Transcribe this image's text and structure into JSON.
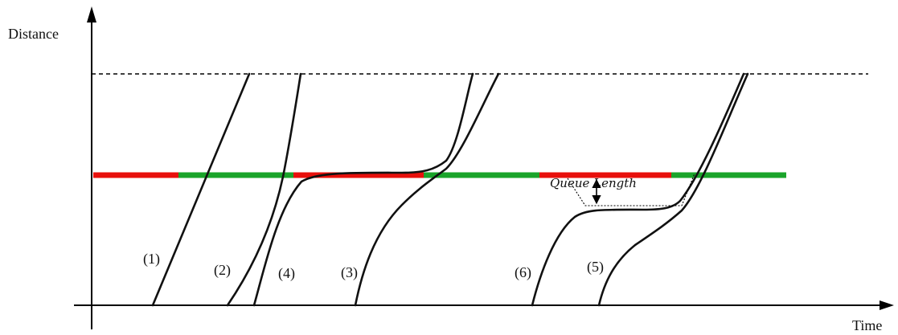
{
  "axes": {
    "y_label": "Distance",
    "x_label": "Time",
    "axis_color": "#000000"
  },
  "signal": {
    "red_color": "#e8100c",
    "green_color": "#1aa42a",
    "phases": [
      "red",
      "green",
      "red",
      "green",
      "red",
      "green"
    ]
  },
  "destination_line": {
    "style": "dashed",
    "color": "#000000"
  },
  "queue": {
    "label": "Queue Length",
    "indicator": "double-arrow"
  },
  "trajectories": [
    {
      "label": "(1)",
      "behavior": "passes on green"
    },
    {
      "label": "(2)",
      "behavior": "passes on green"
    },
    {
      "label": "(4)",
      "behavior": "stops at red, then departs"
    },
    {
      "label": "(3)",
      "behavior": "passes on green"
    },
    {
      "label": "(6)",
      "behavior": "stops in queue, then departs"
    },
    {
      "label": "(5)",
      "behavior": "passes on green"
    }
  ]
}
